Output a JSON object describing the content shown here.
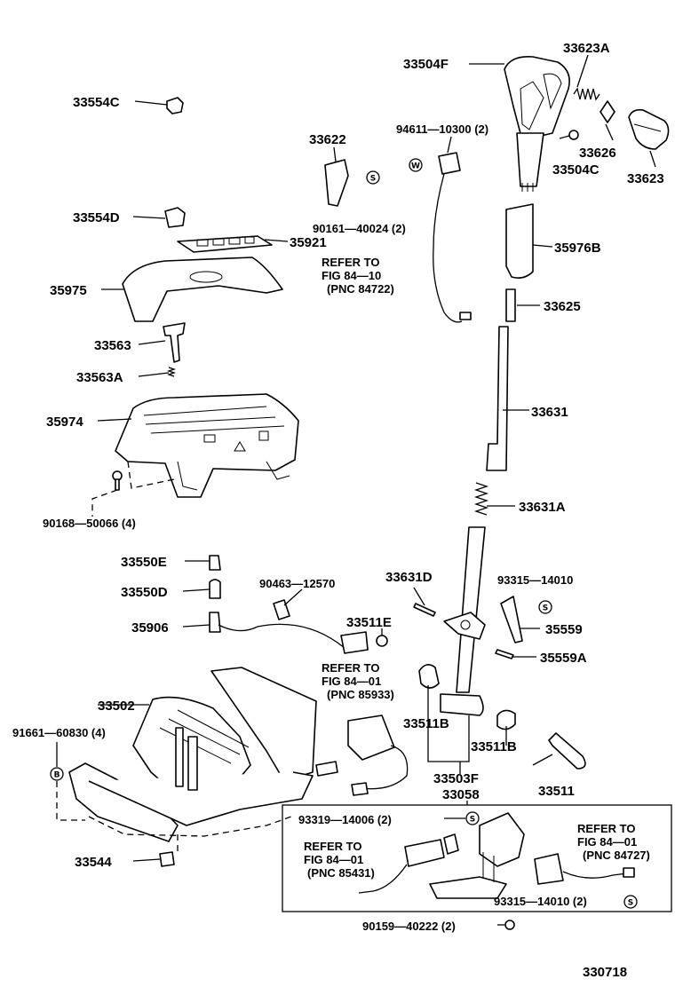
{
  "labels": {
    "p33504F": "33504F",
    "p33623A": "33623A",
    "p33554C": "33554C",
    "p33622": "33622",
    "p94611": "94611—10300 (2)",
    "p33626": "33626",
    "p33504C": "33504C",
    "p33623": "33623",
    "p33554D": "33554D",
    "p90161": "90161—40024 (2)",
    "p35921": "35921",
    "p35976B": "35976B",
    "ref1_a": "REFER TO",
    "ref1_b": "FIG 84—10",
    "ref1_c": "(PNC 84722)",
    "p35975": "35975",
    "p33625": "33625",
    "p33563": "33563",
    "p33563A": "33563A",
    "p33631": "33631",
    "p35974": "35974",
    "p90168": "90168—50066 (4)",
    "p33631A": "33631A",
    "p33550E": "33550E",
    "p33550D": "33550D",
    "p90463": "90463—12570",
    "p33631D": "33631D",
    "p93315a": "93315—14010",
    "p35906": "35906",
    "p33511E": "33511E",
    "p35559": "35559",
    "ref2_a": "REFER TO",
    "ref2_b": "FIG 84—01",
    "ref2_c": "(PNC 85933)",
    "p35559A": "35559A",
    "p33502": "33502",
    "p91661": "91661—60830 (4)",
    "p33511B_1": "33511B",
    "p33511B_2": "33511B",
    "p33503F": "33503F",
    "p33511": "33511",
    "p33058": "33058",
    "p93319": "93319—14006 (2)",
    "ref3_a": "REFER TO",
    "ref3_b": "FIG 84—01",
    "ref3_c": "(PNC 84727)",
    "ref4_a": "REFER TO",
    "ref4_b": "FIG 84—01",
    "ref4_c": "(PNC 85431)",
    "p33544": "33544",
    "p93315b": "93315—14010 (2)",
    "p90159": "90159—40222 (2)",
    "diagram_no": "330718"
  },
  "symbols": {
    "s": "S",
    "w": "W",
    "b": "B"
  }
}
